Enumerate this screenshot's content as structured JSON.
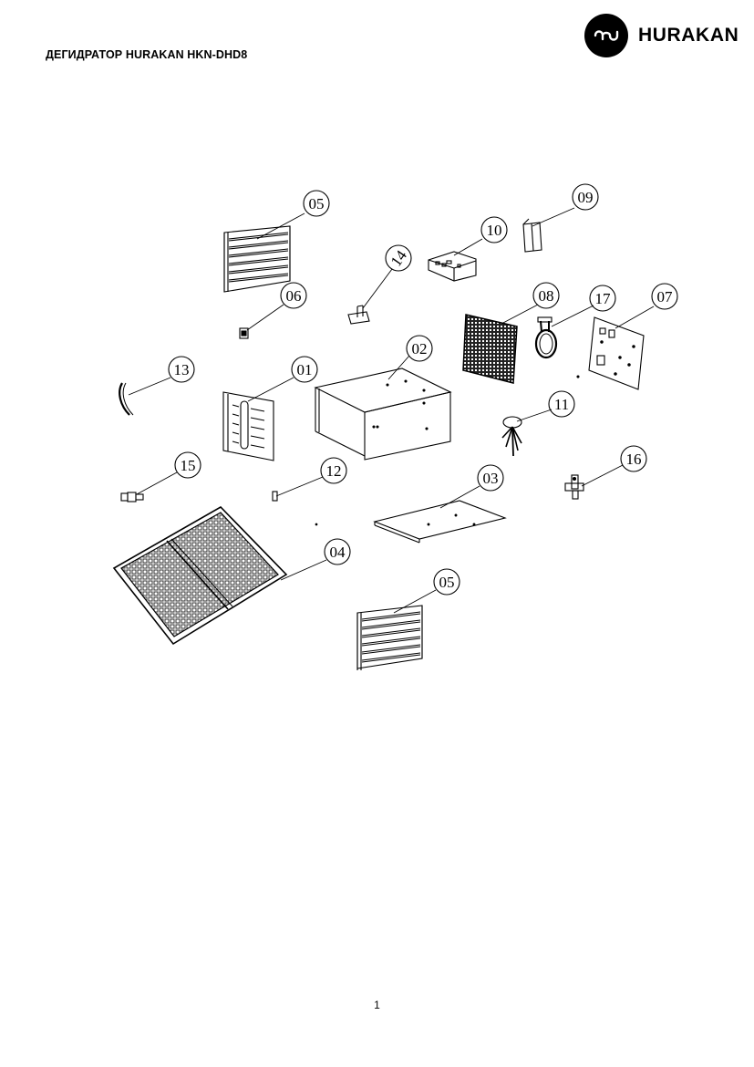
{
  "header": {
    "title": "ДЕГИДРАТОР HURAKAN HKN-DHD8",
    "brand": "HURAKAN",
    "logo_icon": "hurakan-wave-logo-icon"
  },
  "diagram": {
    "callouts": [
      {
        "id": "05a",
        "label": "05"
      },
      {
        "id": "09",
        "label": "09"
      },
      {
        "id": "10",
        "label": "10"
      },
      {
        "id": "14",
        "label": "14"
      },
      {
        "id": "06",
        "label": "06"
      },
      {
        "id": "08",
        "label": "08"
      },
      {
        "id": "17",
        "label": "17"
      },
      {
        "id": "07",
        "label": "07"
      },
      {
        "id": "02",
        "label": "02"
      },
      {
        "id": "13",
        "label": "13"
      },
      {
        "id": "01",
        "label": "01"
      },
      {
        "id": "11",
        "label": "11"
      },
      {
        "id": "15",
        "label": "15"
      },
      {
        "id": "12",
        "label": "12"
      },
      {
        "id": "03",
        "label": "03"
      },
      {
        "id": "16",
        "label": "16"
      },
      {
        "id": "04",
        "label": "04"
      },
      {
        "id": "05b",
        "label": "05"
      }
    ]
  },
  "footer": {
    "page_number": "1"
  },
  "colors": {
    "ink": "#000000",
    "background": "#ffffff"
  }
}
